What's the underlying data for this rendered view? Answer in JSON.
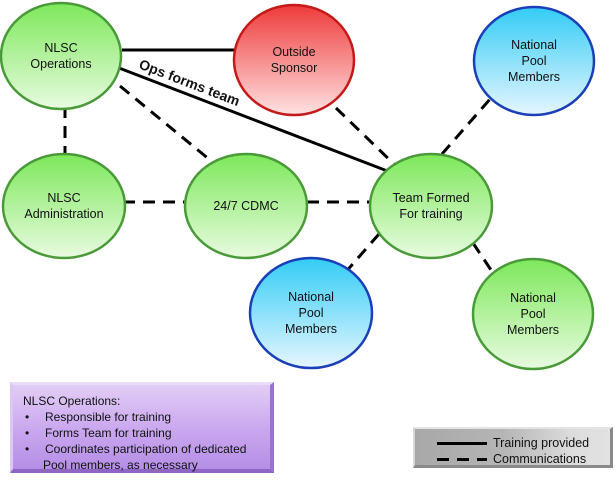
{
  "nodes": [
    {
      "id": "nlsc-operations",
      "lines": [
        "NLSC",
        "Operations"
      ],
      "color": "green"
    },
    {
      "id": "outside-sponsor",
      "lines": [
        "Outside",
        "Sponsor"
      ],
      "color": "red"
    },
    {
      "id": "national-pool-top",
      "lines": [
        "National",
        "Pool",
        "Members"
      ],
      "color": "blue"
    },
    {
      "id": "nlsc-administration",
      "lines": [
        "NLSC",
        "Administration"
      ],
      "color": "green"
    },
    {
      "id": "cdmc",
      "lines": [
        "24/7 CDMC"
      ],
      "color": "green"
    },
    {
      "id": "team-formed",
      "lines": [
        "Team Formed",
        "For training"
      ],
      "color": "green"
    },
    {
      "id": "national-pool-bottom-blue",
      "lines": [
        "National",
        "Pool",
        "Members"
      ],
      "color": "blue"
    },
    {
      "id": "national-pool-bottom-green",
      "lines": [
        "National",
        "Pool",
        "Members"
      ],
      "color": "green"
    }
  ],
  "edges": [
    {
      "from": "nlsc-operations",
      "to": "outside-sponsor",
      "type": "solid"
    },
    {
      "from": "nlsc-operations",
      "to": "team-formed",
      "type": "solid",
      "label": "Ops forms team"
    },
    {
      "from": "nlsc-operations",
      "to": "nlsc-administration",
      "type": "dashed"
    },
    {
      "from": "nlsc-operations",
      "to": "cdmc",
      "type": "dashed"
    },
    {
      "from": "outside-sponsor",
      "to": "team-formed",
      "type": "dashed"
    },
    {
      "from": "nlsc-administration",
      "to": "cdmc",
      "type": "dashed"
    },
    {
      "from": "cdmc",
      "to": "team-formed",
      "type": "dashed"
    },
    {
      "from": "team-formed",
      "to": "national-pool-top",
      "type": "dashed"
    },
    {
      "from": "team-formed",
      "to": "national-pool-bottom-blue",
      "type": "dashed"
    },
    {
      "from": "team-formed",
      "to": "national-pool-bottom-green",
      "type": "dashed"
    }
  ],
  "colors": {
    "green": {
      "light": "#e8fbe0",
      "dark": "#7de85a",
      "stroke": "#4a9a3a"
    },
    "red": {
      "light": "#ffe2e2",
      "dark": "#ee3a3a",
      "stroke": "#c41a1a"
    },
    "blue": {
      "light": "#e6f6ff",
      "dark": "#33ccf5",
      "stroke": "#1a3fb8"
    }
  },
  "note": {
    "title": "NLSC Operations:",
    "bullets": [
      "Responsible for training",
      "Forms Team for training",
      "Coordinates participation of dedicated Pool members, as necessary"
    ],
    "bullet_lines": [
      [
        "Responsible for training"
      ],
      [
        "Forms Team for training"
      ],
      [
        "Coordinates participation of dedicated",
        "Pool members, as necessary"
      ]
    ]
  },
  "legend": {
    "items": [
      {
        "label": "Training provided",
        "type": "solid"
      },
      {
        "label": "Communications",
        "type": "dashed"
      }
    ]
  }
}
